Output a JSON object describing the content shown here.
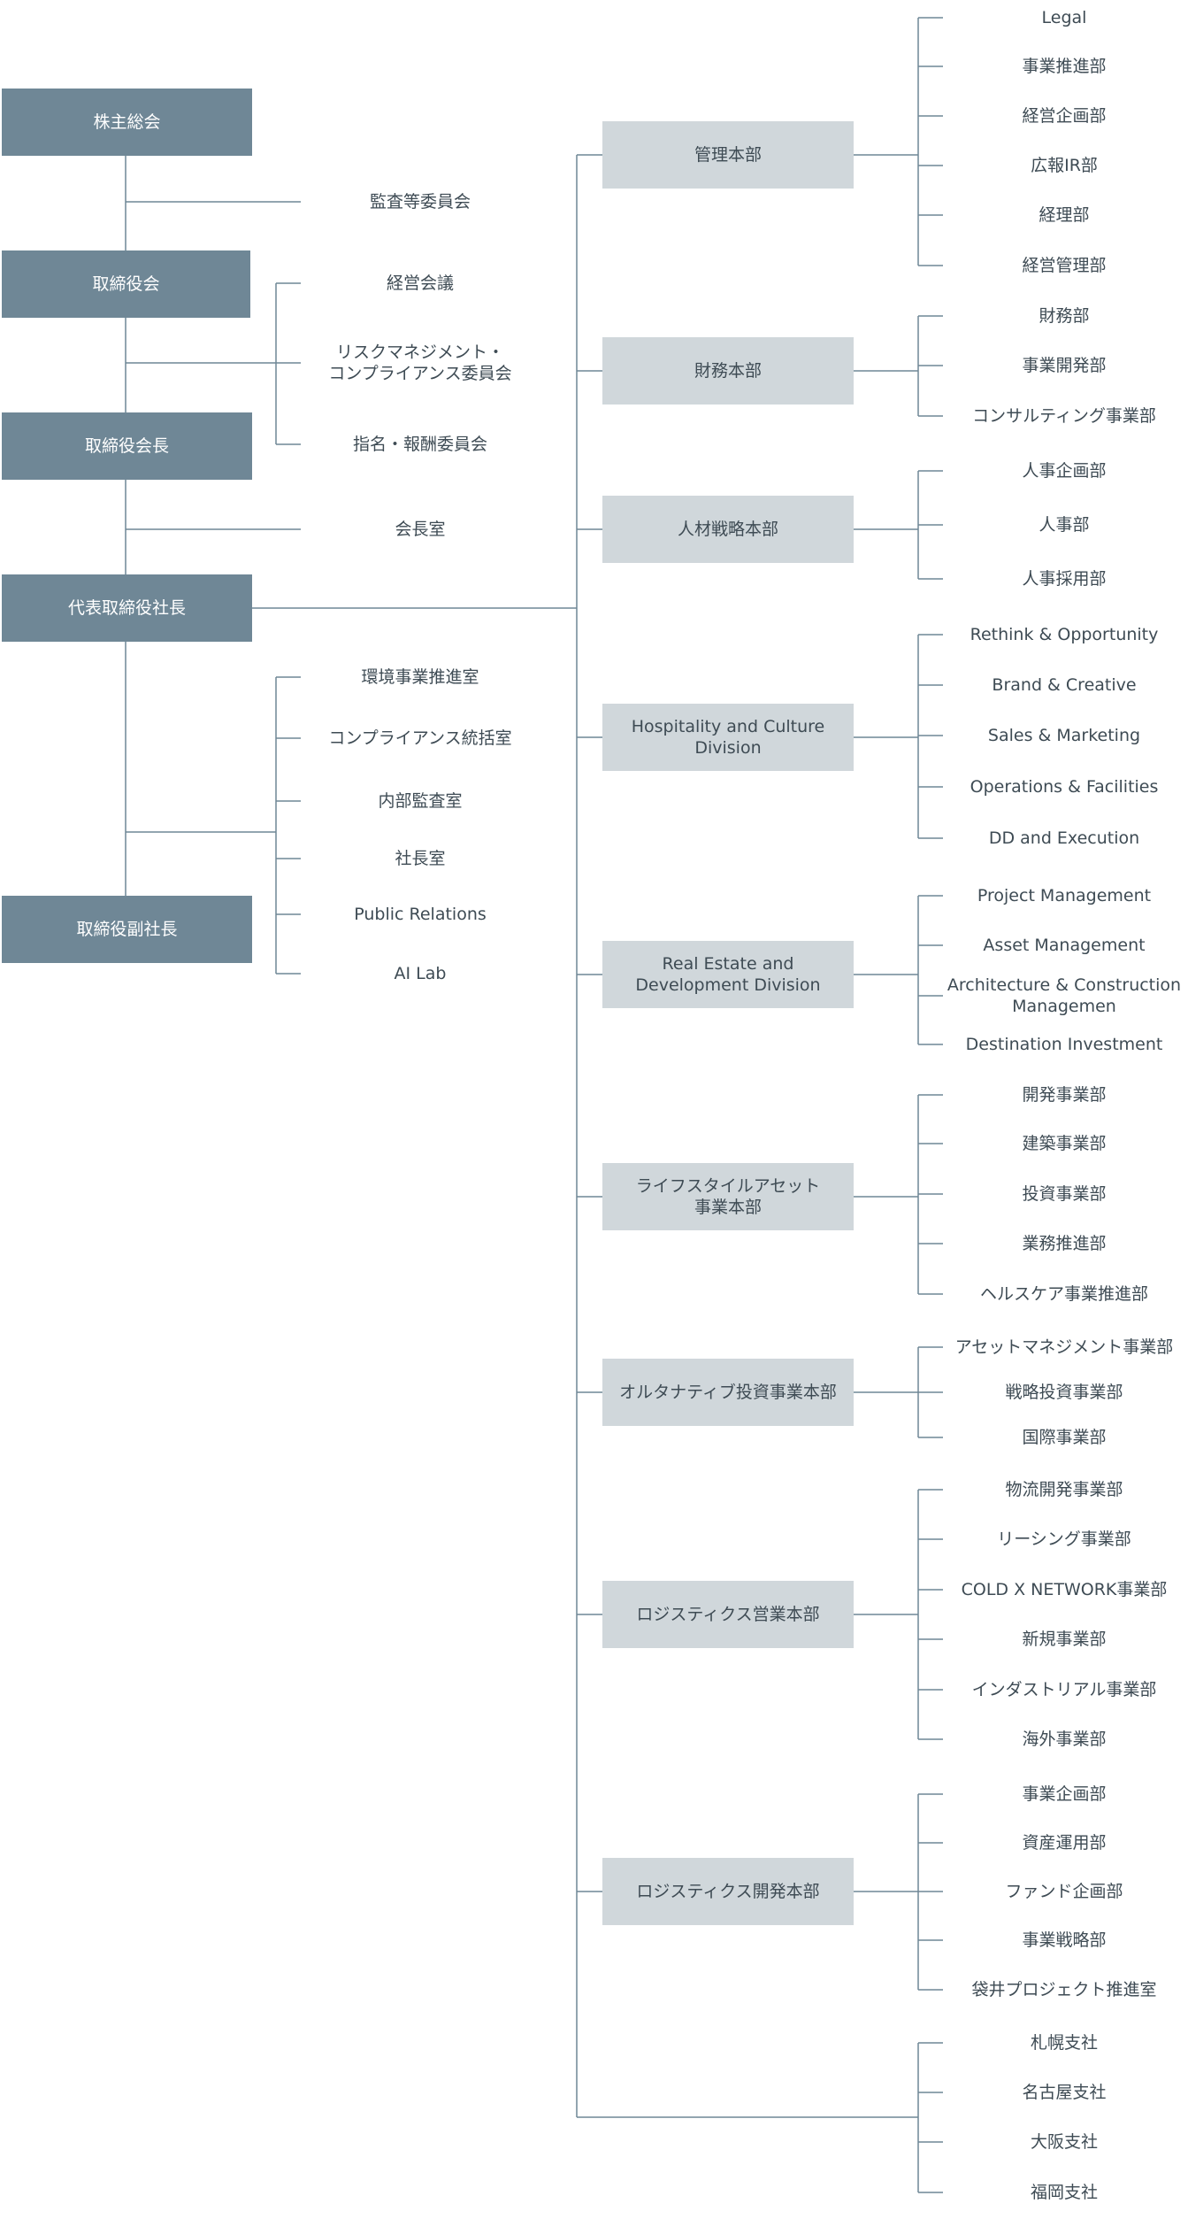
{
  "colors": {
    "line": "#6f8796",
    "executive_box": "#6f8796",
    "division_box": "#d0d7db",
    "text": "#3e4b54"
  },
  "executive": [
    "株主総会",
    "取締役会",
    "取締役会長",
    "代表取締役社長",
    "取締役副社長"
  ],
  "committees": {
    "audit": "監査等委員会",
    "board": [
      "経営会議",
      "リスクマネジメント・\nコンプライアンス委員会",
      "指名・報酬委員会"
    ],
    "chairman_office": "会長室",
    "president_offices": [
      "環境事業推進室",
      "コンプライアンス統括室",
      "内部監査室",
      "社長室",
      "Public Relations",
      "AI Lab"
    ]
  },
  "divisions": [
    {
      "name": "管理本部",
      "departments": [
        "Legal",
        "事業推進部",
        "経営企画部",
        "広報IR部",
        "経理部",
        "経営管理部"
      ]
    },
    {
      "name": "財務本部",
      "departments": [
        "財務部",
        "事業開発部",
        "コンサルティング事業部"
      ]
    },
    {
      "name": "人材戦略本部",
      "departments": [
        "人事企画部",
        "人事部",
        "人事採用部"
      ]
    },
    {
      "name": "Hospitality and Culture\nDivision",
      "departments": [
        "Rethink & Opportunity",
        "Brand & Creative",
        "Sales & Marketing",
        "Operations & Facilities",
        "DD and Execution"
      ]
    },
    {
      "name": "Real Estate and\nDevelopment Division",
      "departments": [
        "Project Management",
        "Asset Management",
        "Architecture & Construction\nManagemen",
        "Destination Investment"
      ]
    },
    {
      "name": "ライフスタイルアセット\n事業本部",
      "departments": [
        "開発事業部",
        "建築事業部",
        "投資事業部",
        "業務推進部",
        "ヘルスケア事業推進部"
      ]
    },
    {
      "name": "オルタナティブ投資事業本部",
      "departments": [
        "アセットマネジメント事業部",
        "戦略投資事業部",
        "国際事業部"
      ]
    },
    {
      "name": "ロジスティクス営業本部",
      "departments": [
        "物流開発事業部",
        "リーシング事業部",
        "COLD X NETWORK事業部",
        "新規事業部",
        "インダストリアル事業部",
        "海外事業部"
      ]
    },
    {
      "name": "ロジスティクス開発本部",
      "departments": [
        "事業企画部",
        "資産運用部",
        "ファンド企画部",
        "事業戦略部",
        "袋井プロジェクト推進室"
      ]
    }
  ],
  "branches": [
    "札幌支社",
    "名古屋支社",
    "大阪支社",
    "福岡支社"
  ]
}
